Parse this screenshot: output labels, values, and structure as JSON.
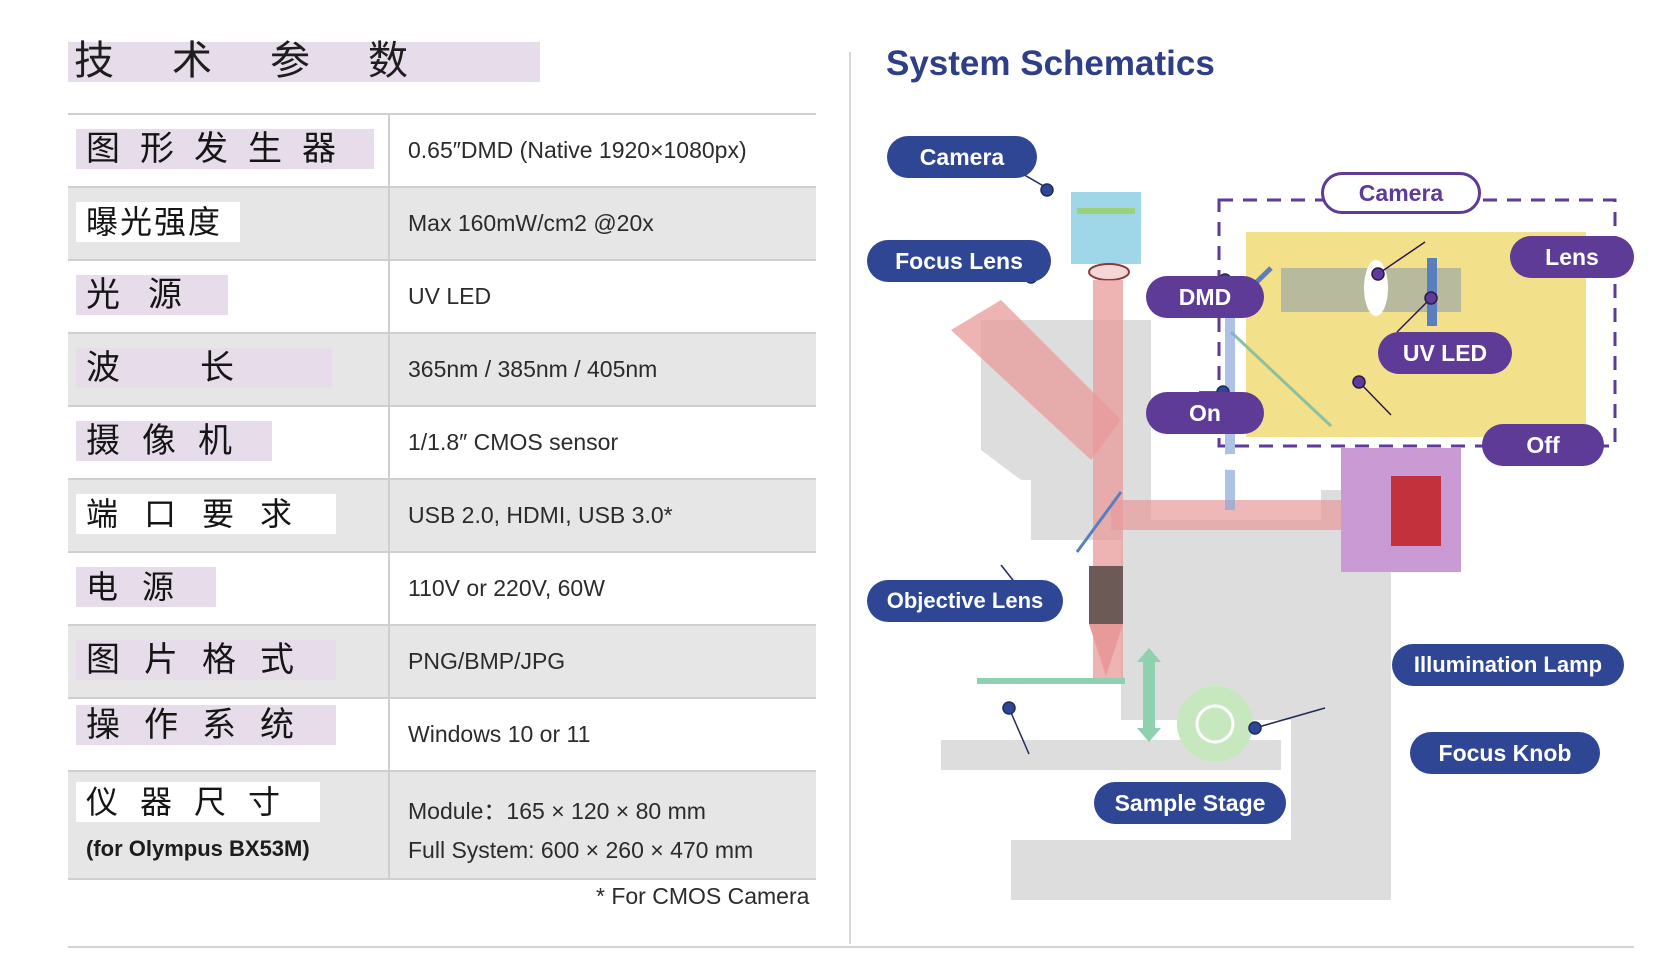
{
  "specs": {
    "heading": "技术参数",
    "rows": [
      {
        "label": "图形发生器",
        "value": "0.65″DMD (Native 1920×1080px)"
      },
      {
        "label": "曝光强度",
        "value": "Max 160mW/cm2 @20x"
      },
      {
        "label": "光源",
        "value": "UV LED"
      },
      {
        "label": "波长",
        "value": "365nm / 385nm / 405nm"
      },
      {
        "label": "摄像机",
        "value": "1/1.8″ CMOS sensor"
      },
      {
        "label": "端口要求",
        "value": "USB 2.0, HDMI, USB 3.0*"
      },
      {
        "label": "电源",
        "value": "110V or 220V, 60W"
      },
      {
        "label": "图片格式",
        "value": "PNG/BMP/JPG"
      },
      {
        "label": "操作系统",
        "value": "Windows 10 or 11"
      },
      {
        "label": "仪器尺寸",
        "sublabel": "(for Olympus BX53M)",
        "value": "Module：165 × 120 × 80 mm",
        "value2": "Full System: 600 × 260 × 470 mm"
      }
    ],
    "footnote": "* For CMOS Camera"
  },
  "schematic": {
    "title": "System Schematics",
    "labels": {
      "camera_left": "Camera",
      "focus_lens": "Focus Lens",
      "dmd": "DMD",
      "on": "On",
      "objective_lens": "Objective Lens",
      "sample_stage": "Sample Stage",
      "camera_module": "Camera",
      "lens": "Lens",
      "uv_led": "UV LED",
      "off": "Off",
      "illumination_lamp": "Illumination Lamp",
      "focus_knob": "Focus Knob"
    },
    "colors": {
      "title": "#2f3f87",
      "blue_label": "#2f4695",
      "purple_label": "#5d3b96",
      "module_fill": "#f3e08a",
      "microscope_body": "#dcdcdc",
      "red_beam": "#e89a9a",
      "lamp_red": "#c3323c",
      "lamp_purple": "#c99ad4"
    }
  }
}
